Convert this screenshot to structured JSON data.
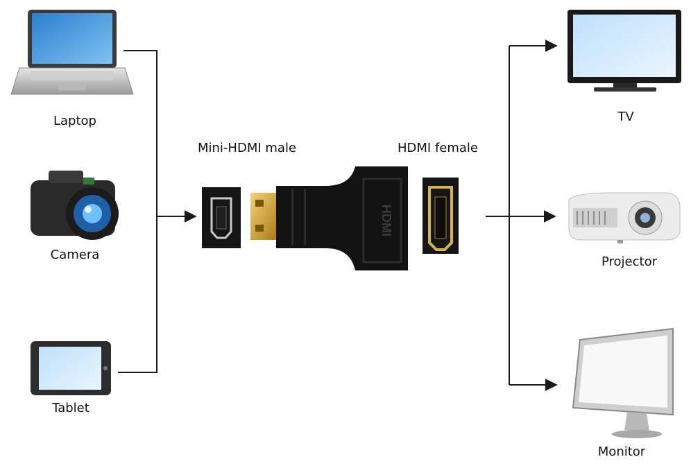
{
  "sources": [
    {
      "label": "Laptop",
      "icon": "laptop-icon"
    },
    {
      "label": "Camera",
      "icon": "camera-icon"
    },
    {
      "label": "Tablet",
      "icon": "tablet-icon"
    }
  ],
  "adapter": {
    "male_label": "Mini-HDMI male",
    "female_label": "HDMI female",
    "icon": "hdmi-adapter-icon"
  },
  "outputs": [
    {
      "label": "TV",
      "icon": "tv-icon"
    },
    {
      "label": "Projector",
      "icon": "projector-icon"
    },
    {
      "label": "Monitor",
      "icon": "monitor-icon"
    }
  ],
  "colors": {
    "line": "#1a1a1a",
    "connector_black": "#111111",
    "gold": "#d4a017"
  }
}
